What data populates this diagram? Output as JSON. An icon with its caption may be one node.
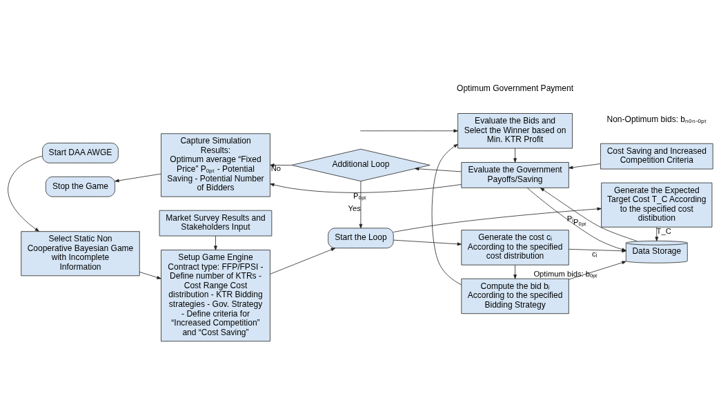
{
  "diagram": {
    "nodes": [
      {
        "text": [
          "Start DAA AWGE"
        ]
      },
      {
        "text": [
          "Select Static Non Cooperative Bayesian Game with Incomplete Information"
        ]
      },
      {
        "text": [
          "Setup Game Engine",
          "Contract type: FFP/FPSI - Define number of KTRs - Cost Range Cost distribution - KTR Bidding strategies - Gov. Strategy - Define criteria for “Increased Competition” and “Cost Saving”"
        ]
      },
      {
        "text": [
          "Market Survey Results and Stakeholders Input"
        ]
      },
      {
        "text": [
          "Start the Loop"
        ]
      },
      {
        "text": [
          "Generate the cost cᵢ According to the specified cost distribution"
        ]
      },
      {
        "text": [
          "Generate the Expected Target Cost T_C According to the specified cost distibution"
        ]
      },
      {
        "text": [
          "Compute the bid bᵢ According to the specified Bidding Strategy"
        ]
      },
      {
        "text": [
          "Data Storage"
        ]
      },
      {
        "text": [
          "Evaluate the Bids and Select the Winner based on Min. KTR Profit"
        ]
      },
      {
        "text": [
          "Evaluate the Government Payoffs/Saving"
        ]
      },
      {
        "text": [
          "Cost Saving and Increased Competition Criteria"
        ]
      },
      {
        "text": [
          "Additional Loop"
        ]
      },
      {
        "text": [
          "Capture Simulation Results:",
          "Optimum average “Fixed Price” Pₒₚₜ - Potential Saving - Potential Number of Bidders"
        ]
      },
      {
        "text": [
          "Stop the Game"
        ]
      }
    ],
    "edges": [
      {
        "from": 0,
        "to": 1,
        "arrow": "to"
      },
      {
        "from": 1,
        "to": 2,
        "arrow": "to"
      },
      {
        "from": 3,
        "to": 2,
        "arrow": "to"
      },
      {
        "from": 2,
        "to": 4,
        "arrow": "to"
      },
      {
        "from": 4,
        "to": 5,
        "arrow": "to"
      },
      {
        "from": 4,
        "to": 6,
        "arrow": "to"
      },
      {
        "from": 6,
        "to": 8,
        "arrow": "to",
        "label": "T_C"
      },
      {
        "from": 5,
        "to": 8,
        "arrow": "to",
        "label": "cᵢ"
      },
      {
        "from": 5,
        "to": 7,
        "arrow": "to"
      },
      {
        "from": 7,
        "to": 8,
        "arrow": "to",
        "label": "Optimum bids: bₒₚₜ"
      },
      {
        "from": 7,
        "to": 9,
        "arrow": "to"
      },
      {
        "from": 8,
        "to": 10,
        "arrow": "to",
        "label": "Pₒₚₜ"
      },
      {
        "from": 10,
        "to": 8,
        "arrow": "to",
        "label": "Pᵢ"
      },
      {
        "from": null,
        "to": 9,
        "arrow": "to"
      },
      {
        "from": 9,
        "to": 10,
        "arrow": "to"
      },
      {
        "from": 11,
        "to": 10,
        "arrow": "to"
      },
      {
        "from": 10,
        "to": 12,
        "arrow": "to"
      },
      {
        "from": 12,
        "to": 4,
        "arrow": "to",
        "label": "Yes"
      },
      {
        "from": 12,
        "to": 13,
        "arrow": "to",
        "label": "No"
      },
      {
        "from": 10,
        "to": 13,
        "arrow": "to",
        "label": "Pₒₚₜ"
      },
      {
        "from": 13,
        "to": 14,
        "arrow": "to"
      }
    ],
    "labels": [
      "Non-Optimum bids: bₙₒₙ₋ₒₚₜ",
      "Optimum Government Payment"
    ]
  }
}
